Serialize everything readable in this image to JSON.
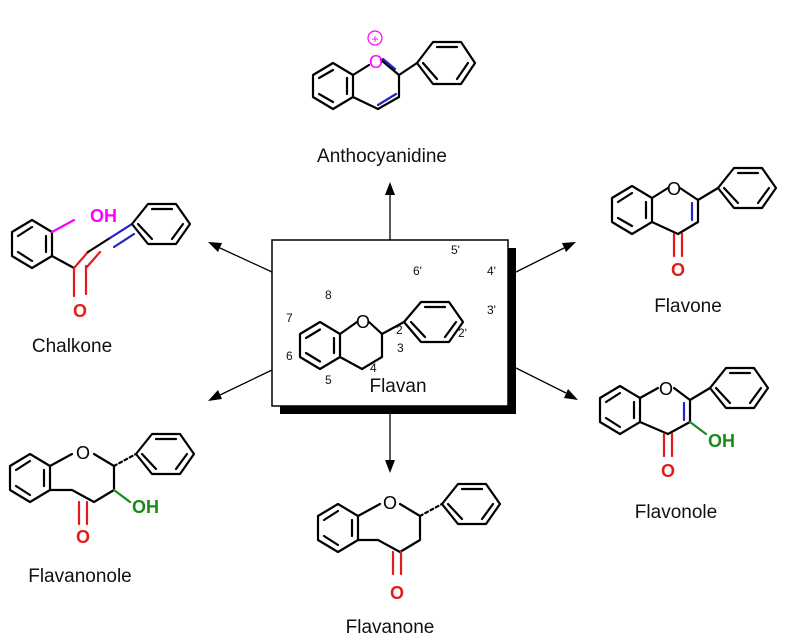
{
  "center": {
    "name": "Flavan",
    "numbering": [
      "8",
      "7",
      "6",
      "5",
      "4",
      "3",
      "2",
      "2'",
      "3'",
      "4'",
      "5'",
      "6'"
    ]
  },
  "compounds": {
    "anthocyanidine": {
      "name": "Anthocyanidine",
      "charge": "+"
    },
    "chalkone": {
      "name": "Chalkone"
    },
    "flavone": {
      "name": "Flavone"
    },
    "flavanonole": {
      "name": "Flavanonole"
    },
    "flavanone": {
      "name": "Flavanone"
    },
    "flavonole": {
      "name": "Flavonole"
    }
  },
  "atoms": {
    "oxygen": "O",
    "hydroxyl": "OH"
  },
  "colors": {
    "carbonyl_oxygen": "#e31b1b",
    "hydroxyl": "#1a8a1a",
    "chalkone_hydroxyl": "#ff00ff",
    "pyrylium_oxygen": "#ff00ff",
    "highlight_bond": "#2323c8"
  }
}
